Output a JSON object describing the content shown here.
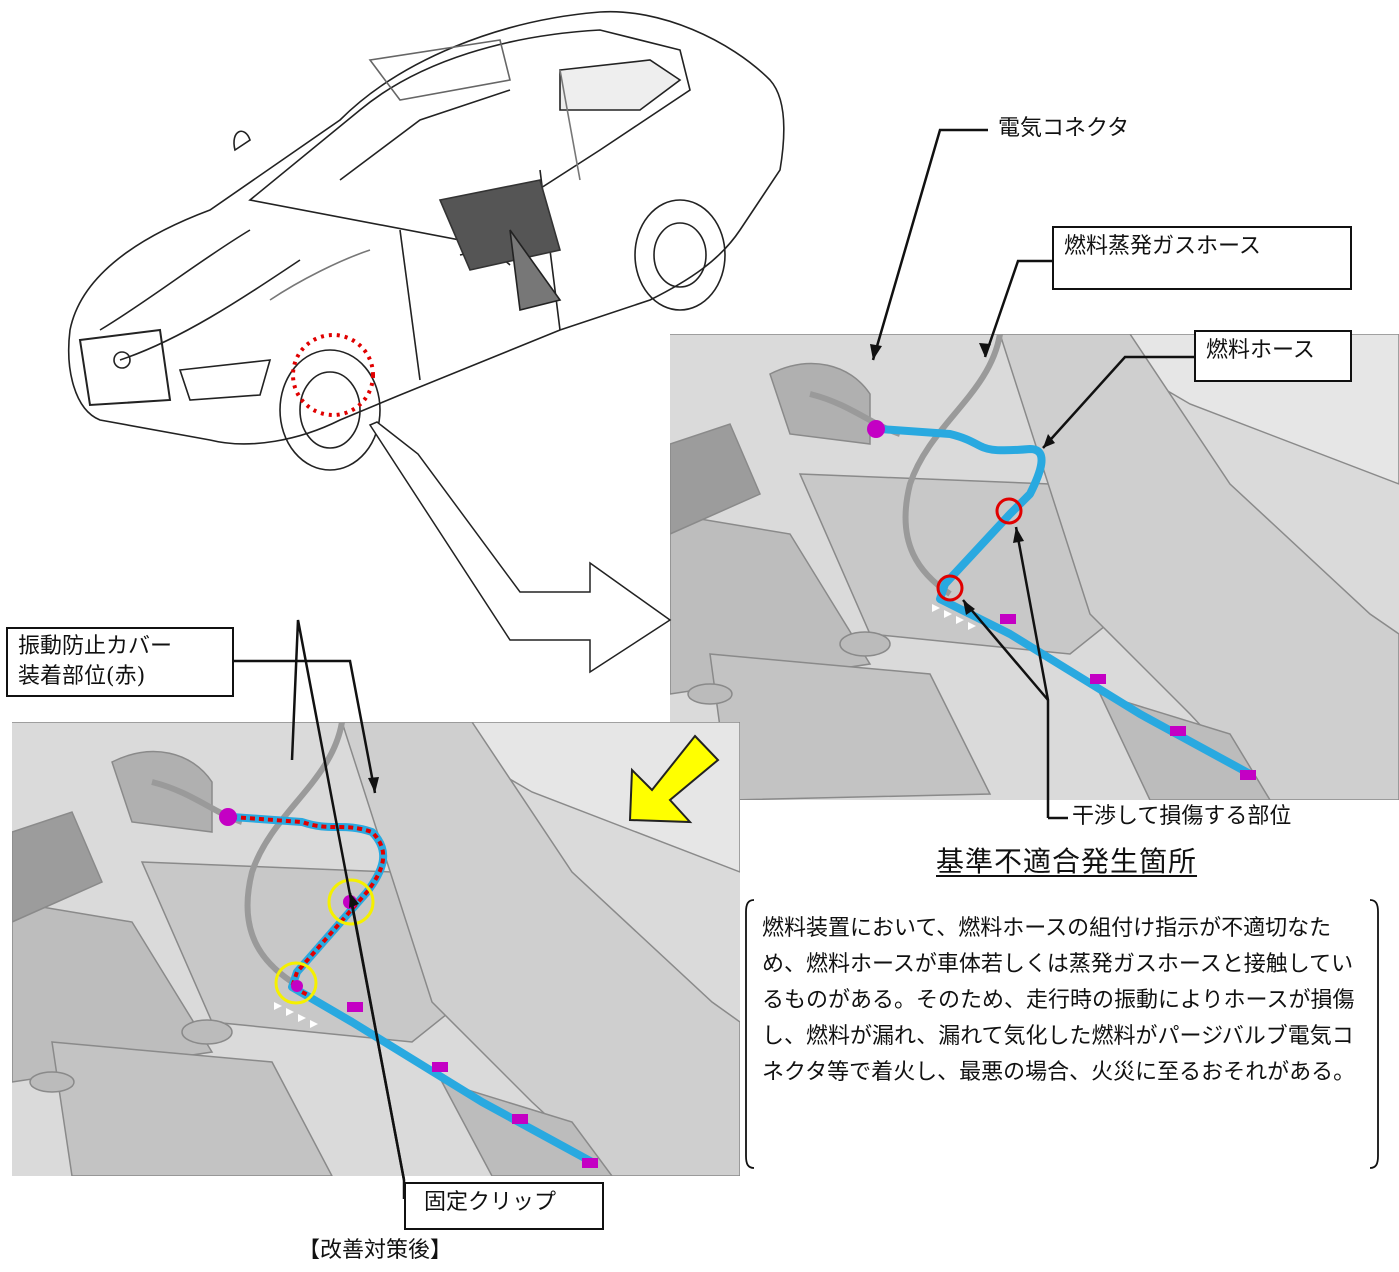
{
  "labels": {
    "electric_connector": "電気コネクタ",
    "evap_hose": "燃料蒸発ガスホース",
    "fuel_hose": "燃料ホース",
    "damage_location": "干渉して損傷する部位",
    "vibration_cover_line1": "振動防止カバー",
    "vibration_cover_line2": "装着部位(赤)",
    "fixing_clip": "固定クリップ",
    "after_improvement": "【改善対策後】"
  },
  "heading": "基準不適合発生箇所",
  "description": "燃料装置において、燃料ホースの組付け指示が不適切なため、燃料ホースが車体若しくは蒸発ガスホースと接触しているものがある。そのため、走行時の振動によりホースが損傷し、燃料が漏れ、漏れて気化した燃料がパージバルブ電気コネクタ等で着火し、最悪の場合、火災に至るおそれがある。",
  "colors": {
    "fuel_hose": "#29a9e0",
    "clip": "#c400c4",
    "damage_circle": "#e00000",
    "cover_line": "#e00000",
    "clip_circle": "#f5f000",
    "arrow_fill": "#ffff00",
    "undercarriage": "#d4d4d4"
  }
}
